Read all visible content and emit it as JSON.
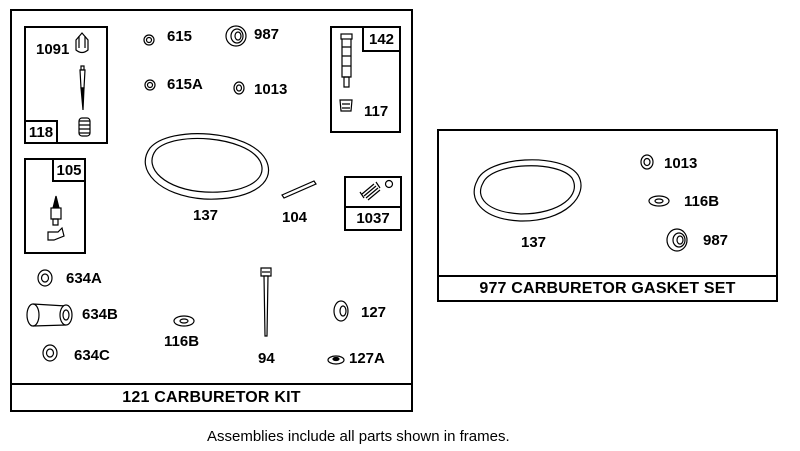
{
  "kit": {
    "title": "121 CARBURETOR KIT",
    "sub118": {
      "tag": "118",
      "part1": "1091"
    },
    "sub105": {
      "tag": "105"
    },
    "sub142": {
      "tag": "142",
      "part1": "117"
    },
    "sub1037": {
      "tag": "1037"
    },
    "parts": {
      "p615": "615",
      "p987": "987",
      "p615a": "615A",
      "p1013": "1013",
      "p137": "137",
      "p104": "104",
      "p634a": "634A",
      "p634b": "634B",
      "p634c": "634C",
      "p116b": "116B",
      "p94": "94",
      "p127": "127",
      "p127a": "127A"
    }
  },
  "gasket_set": {
    "title": "977 CARBURETOR GASKET SET",
    "parts": {
      "p1013": "1013",
      "p116b": "116B",
      "p137": "137",
      "p987": "987"
    }
  },
  "caption": "Assemblies include all parts shown in frames."
}
